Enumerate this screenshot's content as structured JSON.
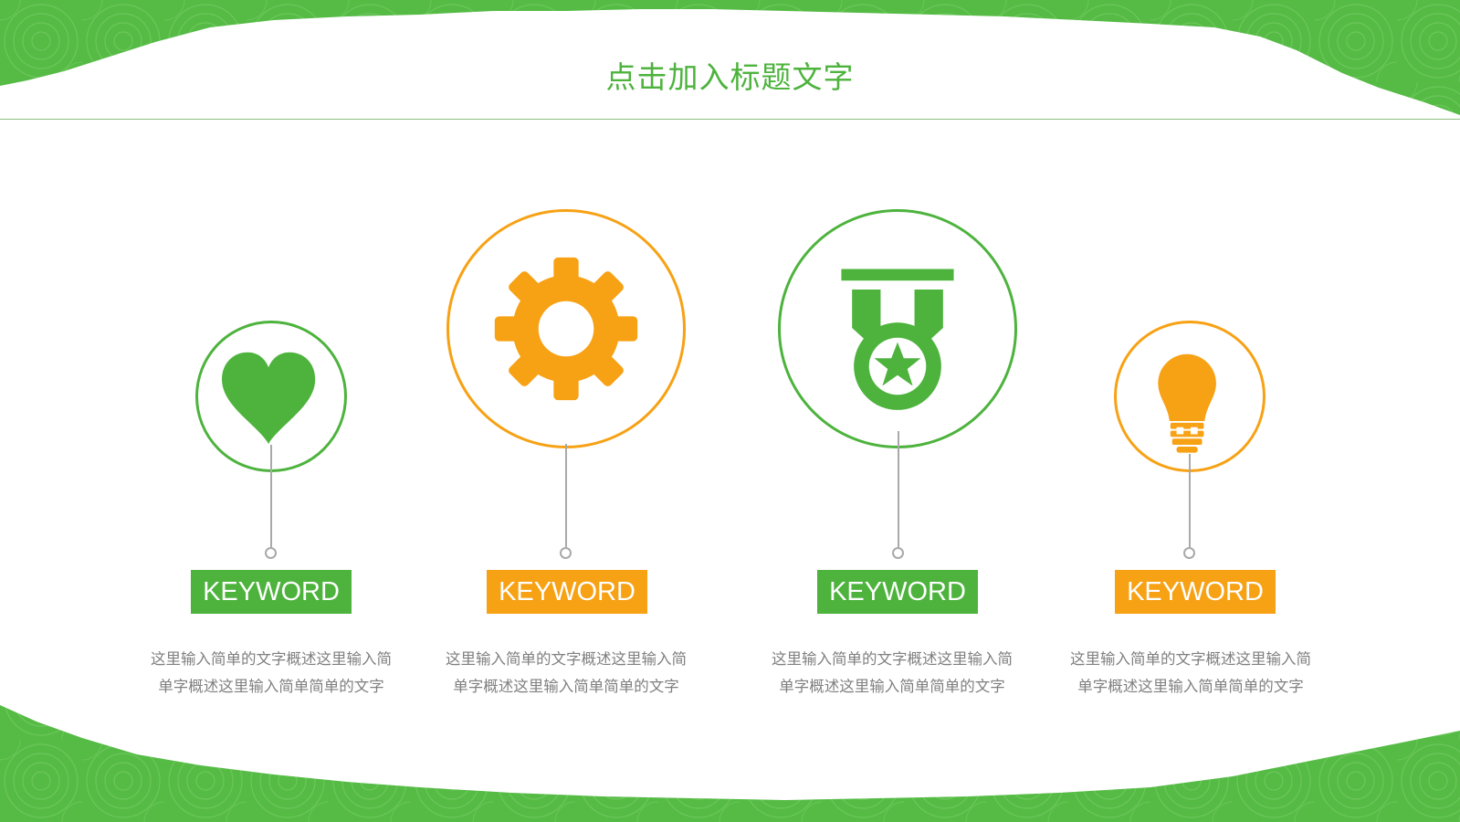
{
  "slide": {
    "title": "点击加入标题文字"
  },
  "colors": {
    "green": "#4db33d",
    "orange": "#f7a114",
    "connector": "#a9a9a9",
    "body_text": "#7f7f7f"
  },
  "items": [
    {
      "icon": "heart-icon",
      "color": "green",
      "keyword": "KEYWORD",
      "description_line1": "这里输入简单的文字概述这里输入简",
      "description_line2": "单字概述这里输入简单简单的文字"
    },
    {
      "icon": "gear-icon",
      "color": "orange",
      "keyword": "KEYWORD",
      "description_line1": "这里输入简单的文字概述这里输入简",
      "description_line2": "单字概述这里输入简单简单的文字"
    },
    {
      "icon": "medal-icon",
      "color": "green",
      "keyword": "KEYWORD",
      "description_line1": "这里输入简单的文字概述这里输入简",
      "description_line2": "单字概述这里输入简单简单的文字"
    },
    {
      "icon": "lightbulb-icon",
      "color": "orange",
      "keyword": "KEYWORD",
      "description_line1": "这里输入简单的文字概述这里输入简",
      "description_line2": "单字概述这里输入简单简单的文字"
    }
  ]
}
